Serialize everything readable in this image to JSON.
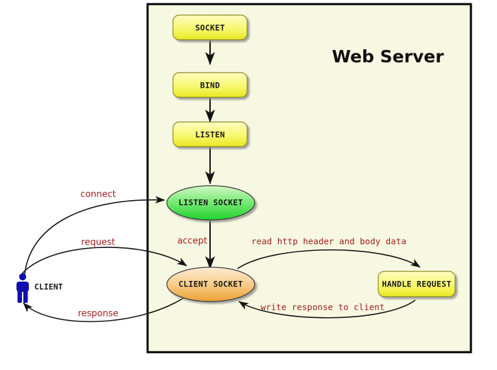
{
  "diagram": {
    "title": "Web Server",
    "background_color": "#ffffff",
    "server_panel_fill": "#f7f8e2",
    "server_panel_border": "#000000",
    "label_color": "#a02020",
    "edge_color": "#141414"
  },
  "nodes": {
    "socket": {
      "label": "SOCKET",
      "shape": "rounded-rect",
      "fill_top": "#fcfca8",
      "fill_bottom": "#eaea2c"
    },
    "bind": {
      "label": "BIND",
      "shape": "rounded-rect",
      "fill_top": "#fcfca8",
      "fill_bottom": "#eaea2c"
    },
    "listen": {
      "label": "LISTEN",
      "shape": "rounded-rect",
      "fill_top": "#fcfca8",
      "fill_bottom": "#eaea2c"
    },
    "listen_socket": {
      "label": "LISTEN SOCKET",
      "shape": "ellipse",
      "fill_top": "#c8f5bb",
      "fill_bottom": "#2ed93a"
    },
    "client_socket": {
      "label": "CLIENT SOCKET",
      "shape": "ellipse",
      "fill_top": "#fbe3bc",
      "fill_bottom": "#efa63c"
    },
    "handle_request": {
      "label": "HANDLE REQUEST",
      "shape": "rounded-rect",
      "fill_top": "#fcfca8",
      "fill_bottom": "#eaea2c"
    },
    "client": {
      "label": "CLIENT",
      "shape": "actor",
      "fill": "#1010b0"
    }
  },
  "edges": [
    {
      "id": "socket-to-bind",
      "label": "",
      "from": "socket",
      "to": "bind"
    },
    {
      "id": "bind-to-listen",
      "label": "",
      "from": "bind",
      "to": "listen"
    },
    {
      "id": "listen-to-listen-socket",
      "label": "",
      "from": "listen",
      "to": "listen_socket"
    },
    {
      "id": "client-to-listen-socket",
      "label": "connect",
      "from": "client",
      "to": "listen_socket"
    },
    {
      "id": "listen-socket-to-client-socket",
      "label": "accept",
      "from": "listen_socket",
      "to": "client_socket"
    },
    {
      "id": "client-to-client-socket",
      "label": "request",
      "from": "client",
      "to": "client_socket"
    },
    {
      "id": "client-socket-to-handle-request",
      "label": "read http header and body data",
      "from": "client_socket",
      "to": "handle_request"
    },
    {
      "id": "handle-request-to-client-socket",
      "label": "write response to client",
      "from": "handle_request",
      "to": "client_socket"
    },
    {
      "id": "client-socket-to-client",
      "label": "response",
      "from": "client_socket",
      "to": "client"
    }
  ]
}
